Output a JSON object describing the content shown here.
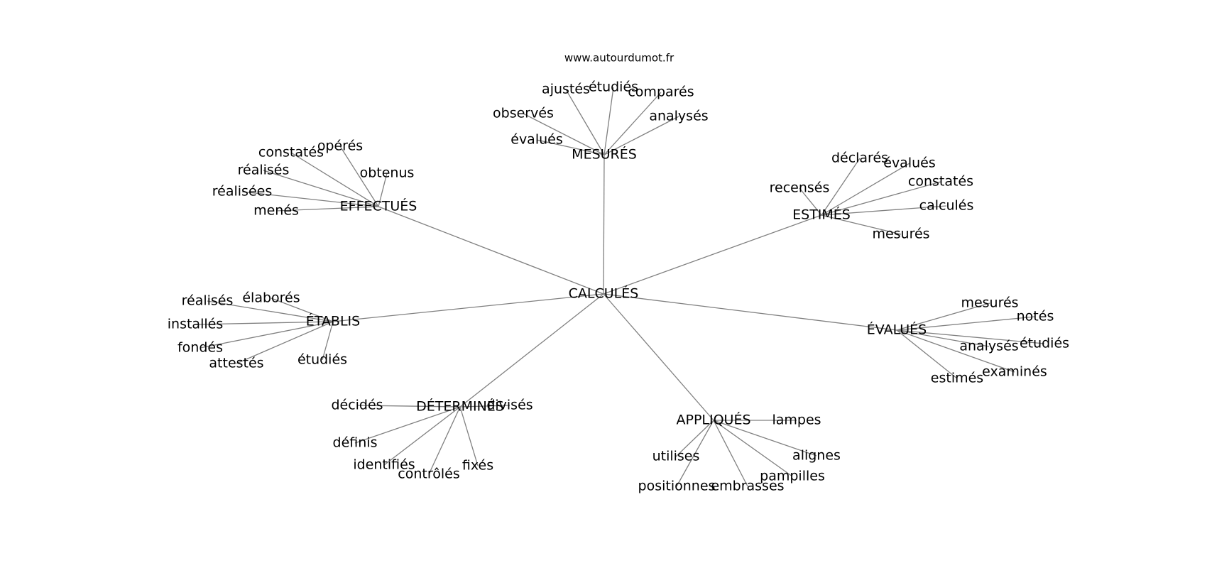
{
  "source": "www.autourdumot.fr",
  "center": "CALCULÉS",
  "hubs": [
    {
      "label": "MESURÉS",
      "leaves": [
        "évalués",
        "observés",
        "ajustés",
        "étudiés",
        "comparés",
        "analysés"
      ]
    },
    {
      "label": "EFFECTUÉS",
      "leaves": [
        "menés",
        "réalisées",
        "réalisés",
        "constatés",
        "opérés",
        "obtenus"
      ]
    },
    {
      "label": "ESTIMÉS",
      "leaves": [
        "recensés",
        "déclarés",
        "évalués",
        "constatés",
        "calculés",
        "mesurés"
      ]
    },
    {
      "label": "ÉTABLIS",
      "leaves": [
        "réalisés",
        "élaborés",
        "installés",
        "fondés",
        "attestés",
        "étudiés"
      ]
    },
    {
      "label": "ÉVALUÉS",
      "leaves": [
        "mesurés",
        "notés",
        "analysés",
        "étudiés",
        "examinés",
        "estimés"
      ]
    },
    {
      "label": "DÉTERMINÉS",
      "leaves": [
        "décidés",
        "divisés",
        "définis",
        "identifiés",
        "contrôlés",
        "fixés"
      ]
    },
    {
      "label": "APPLIQUÉS",
      "leaves": [
        "lampes",
        "alignes",
        "pampilles",
        "embrasses",
        "positionnes",
        "utilises"
      ]
    }
  ]
}
